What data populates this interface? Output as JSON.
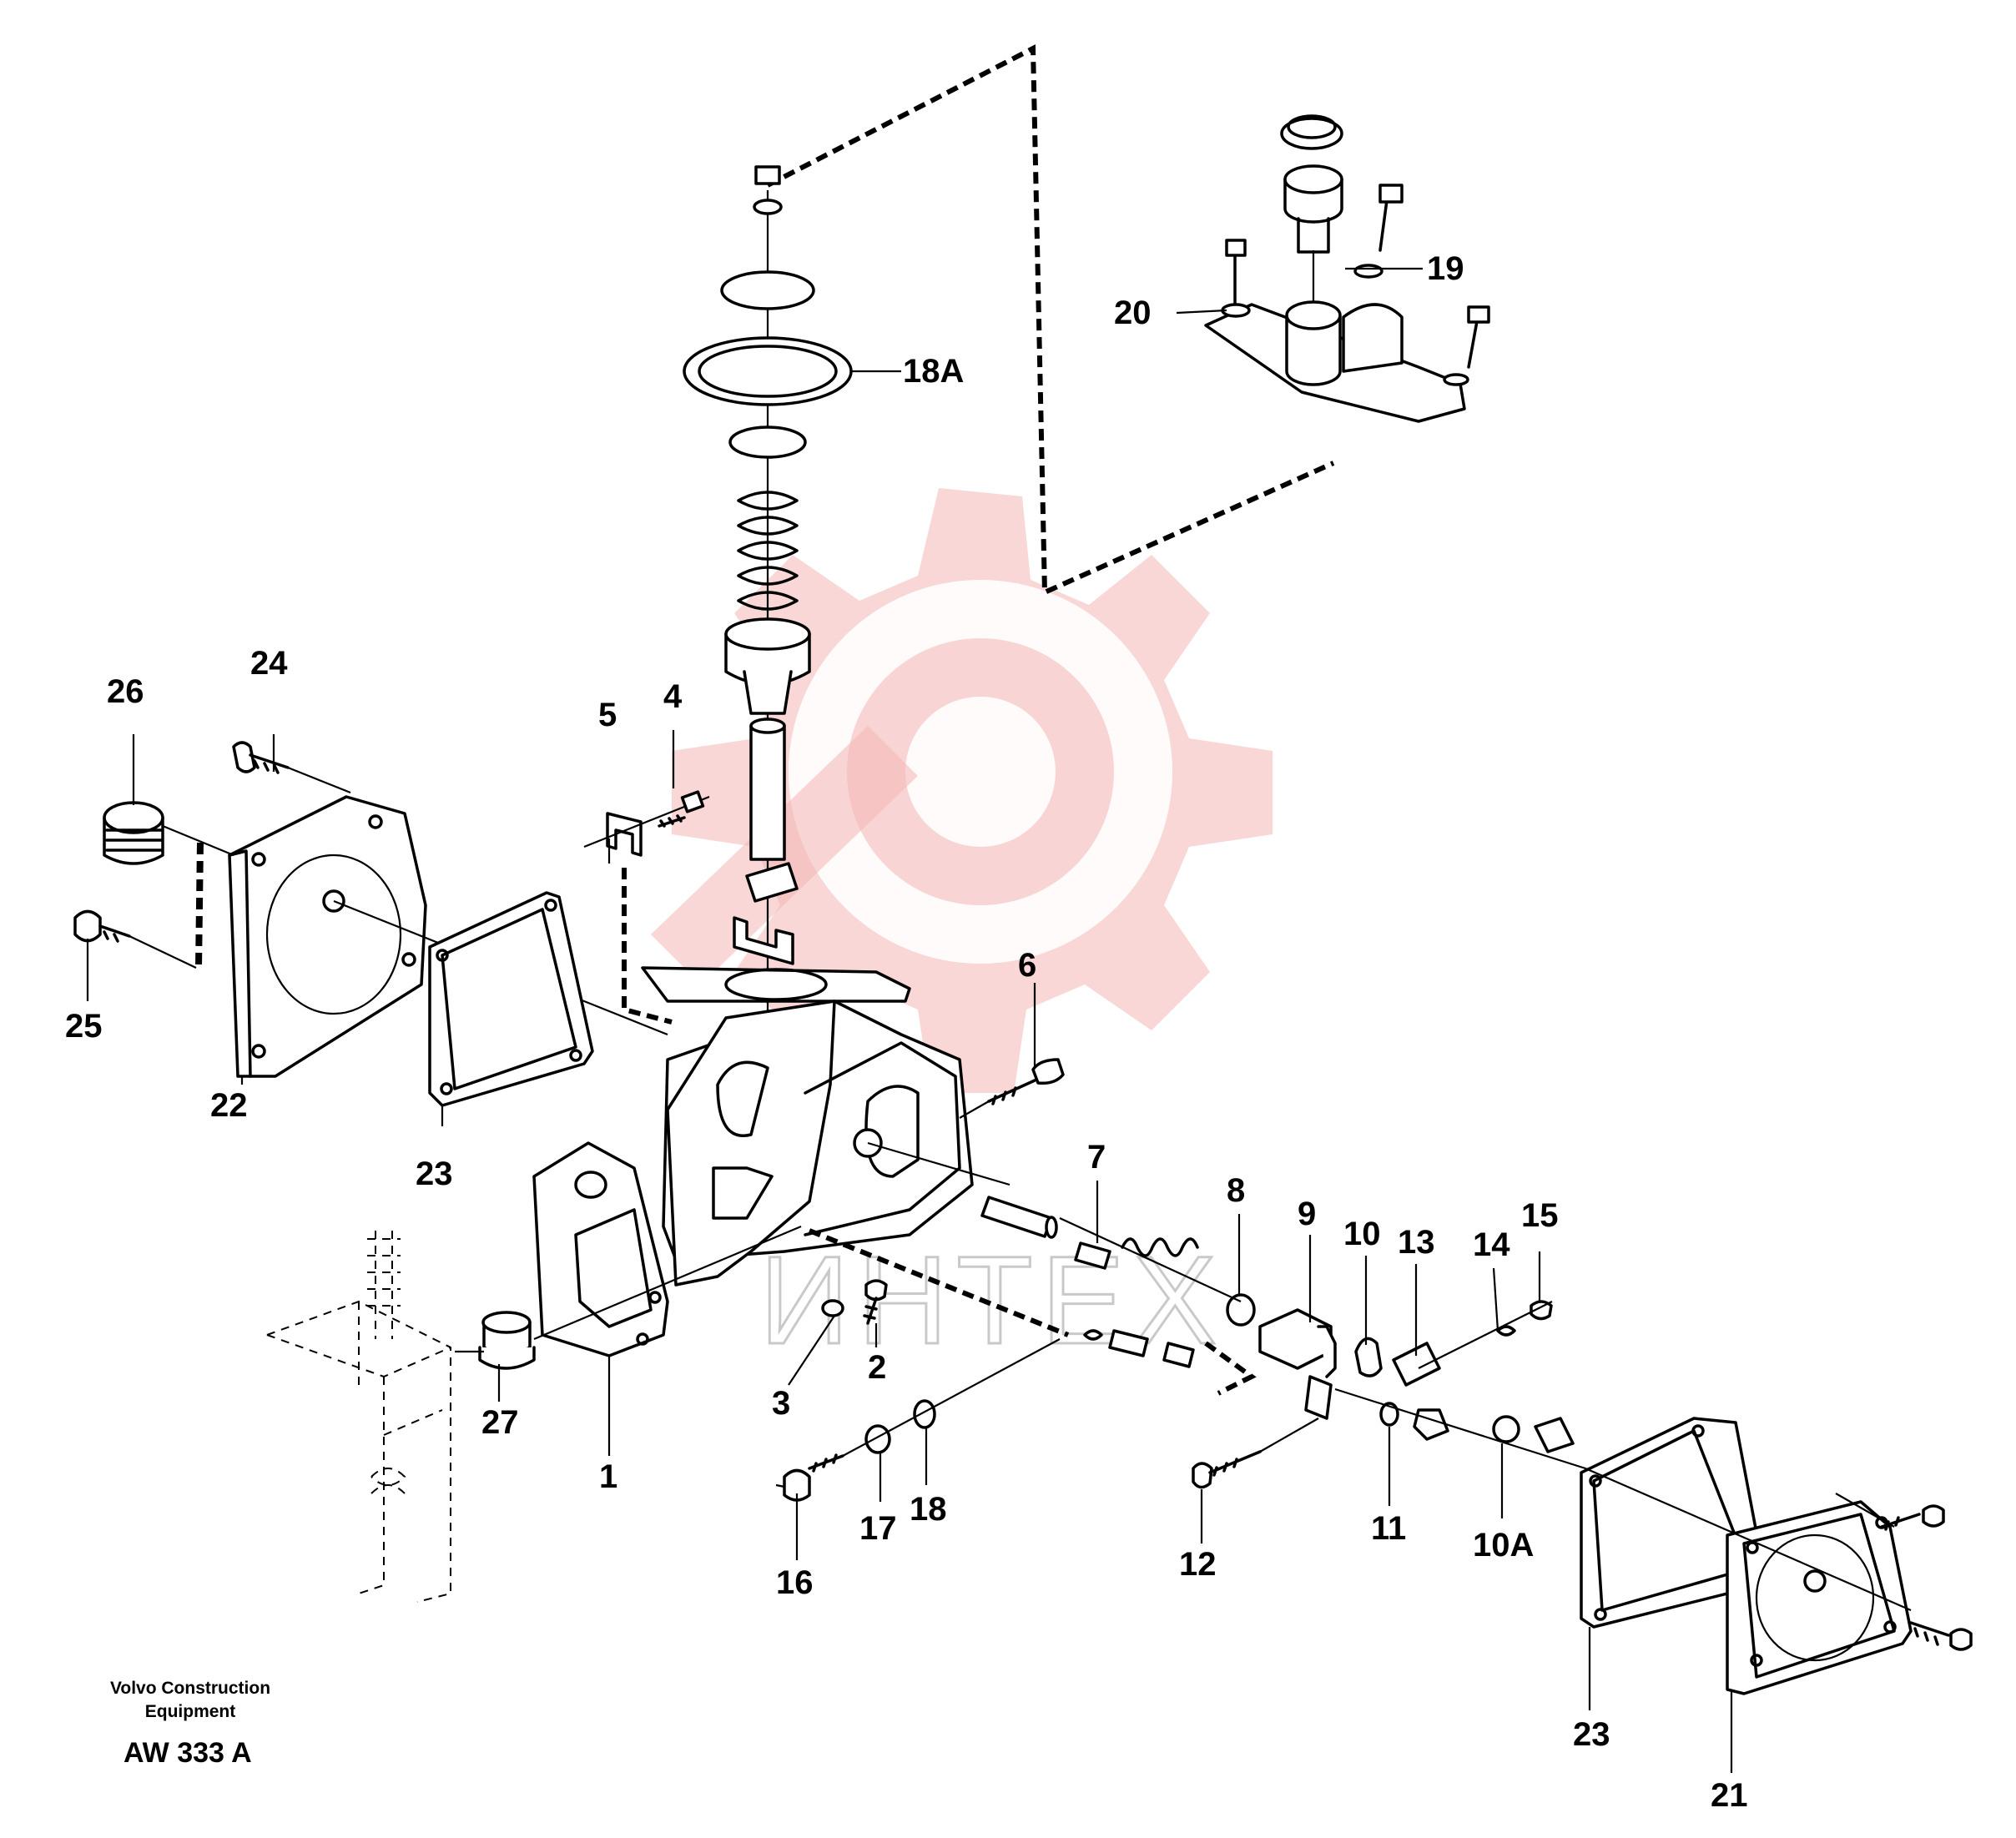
{
  "diagram": {
    "caption": {
      "brand_line1": "Volvo Construction",
      "brand_line2": "Equipment",
      "code": "AW 333 A"
    },
    "watermark": {
      "text": "ИНТЕХ",
      "color": "#f3b7b5"
    },
    "labels": [
      {
        "id": "1",
        "text": "1"
      },
      {
        "id": "2",
        "text": "2"
      },
      {
        "id": "3",
        "text": "3"
      },
      {
        "id": "4",
        "text": "4"
      },
      {
        "id": "5",
        "text": "5"
      },
      {
        "id": "6",
        "text": "6"
      },
      {
        "id": "7",
        "text": "7"
      },
      {
        "id": "8",
        "text": "8"
      },
      {
        "id": "9",
        "text": "9"
      },
      {
        "id": "10",
        "text": "10"
      },
      {
        "id": "10A",
        "text": "10A"
      },
      {
        "id": "11",
        "text": "11"
      },
      {
        "id": "12",
        "text": "12"
      },
      {
        "id": "13",
        "text": "13"
      },
      {
        "id": "14",
        "text": "14"
      },
      {
        "id": "15",
        "text": "15"
      },
      {
        "id": "16",
        "text": "16"
      },
      {
        "id": "17",
        "text": "17"
      },
      {
        "id": "18",
        "text": "18"
      },
      {
        "id": "18A",
        "text": "18A"
      },
      {
        "id": "19",
        "text": "19"
      },
      {
        "id": "20",
        "text": "20"
      },
      {
        "id": "21",
        "text": "21"
      },
      {
        "id": "22",
        "text": "22"
      },
      {
        "id": "23a",
        "text": "23"
      },
      {
        "id": "23b",
        "text": "23"
      },
      {
        "id": "24",
        "text": "24"
      },
      {
        "id": "25",
        "text": "25"
      },
      {
        "id": "26",
        "text": "26"
      },
      {
        "id": "27",
        "text": "27"
      }
    ]
  }
}
